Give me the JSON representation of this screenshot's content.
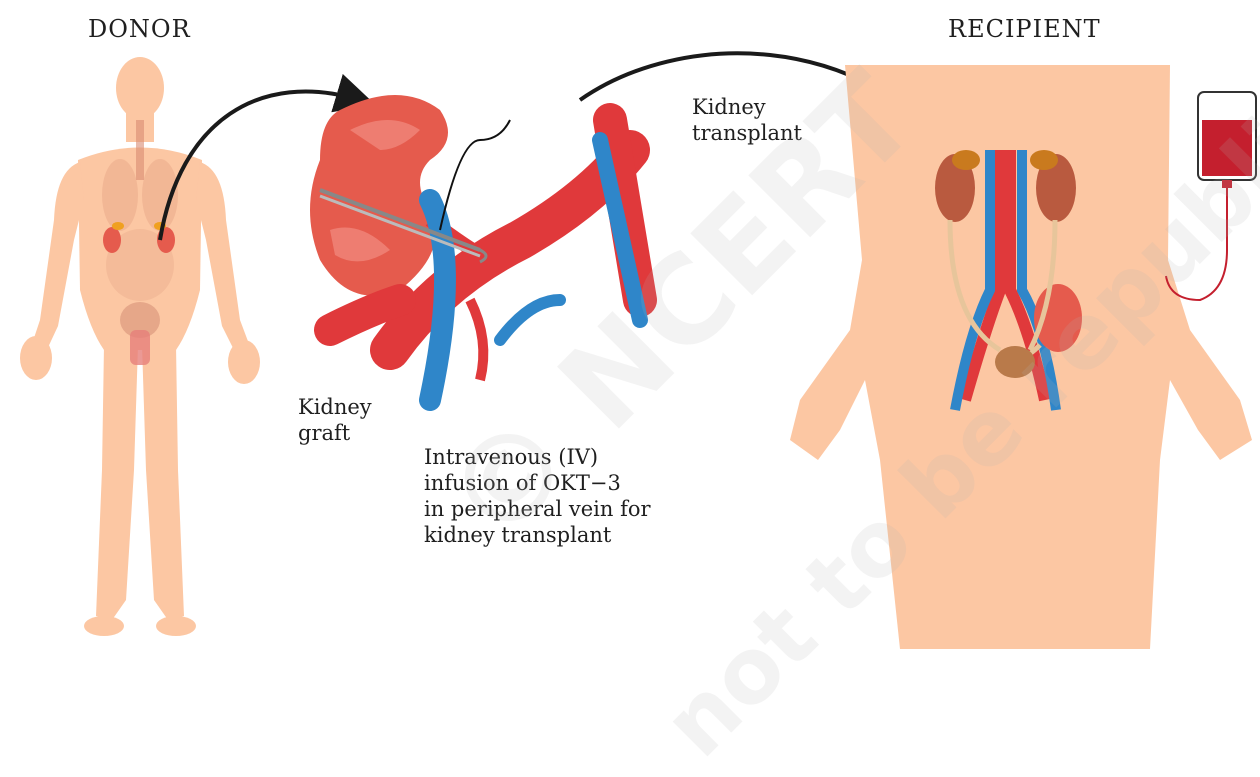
{
  "titles": {
    "donor": "DONOR",
    "recipient": "RECIPIENT"
  },
  "labels": {
    "kidney_transplant": "Kidney\ntransplant",
    "kidney_graft": "Kidney\ngraft",
    "iv_infusion": "Intravenous (IV)\ninfusion of OKT−3\nin peripheral vein for\nkidney transplant"
  },
  "watermark": {
    "line1": "© NCERT",
    "line2": "not to be republished"
  },
  "colors": {
    "skin": "#fcc7a3",
    "artery": "#e0393b",
    "vein": "#2f86c9",
    "kidney": "#e55b4d",
    "adrenal": "#c97a1e",
    "blood_bag": "#c41f2e",
    "arrow": "#1a1a1a"
  }
}
